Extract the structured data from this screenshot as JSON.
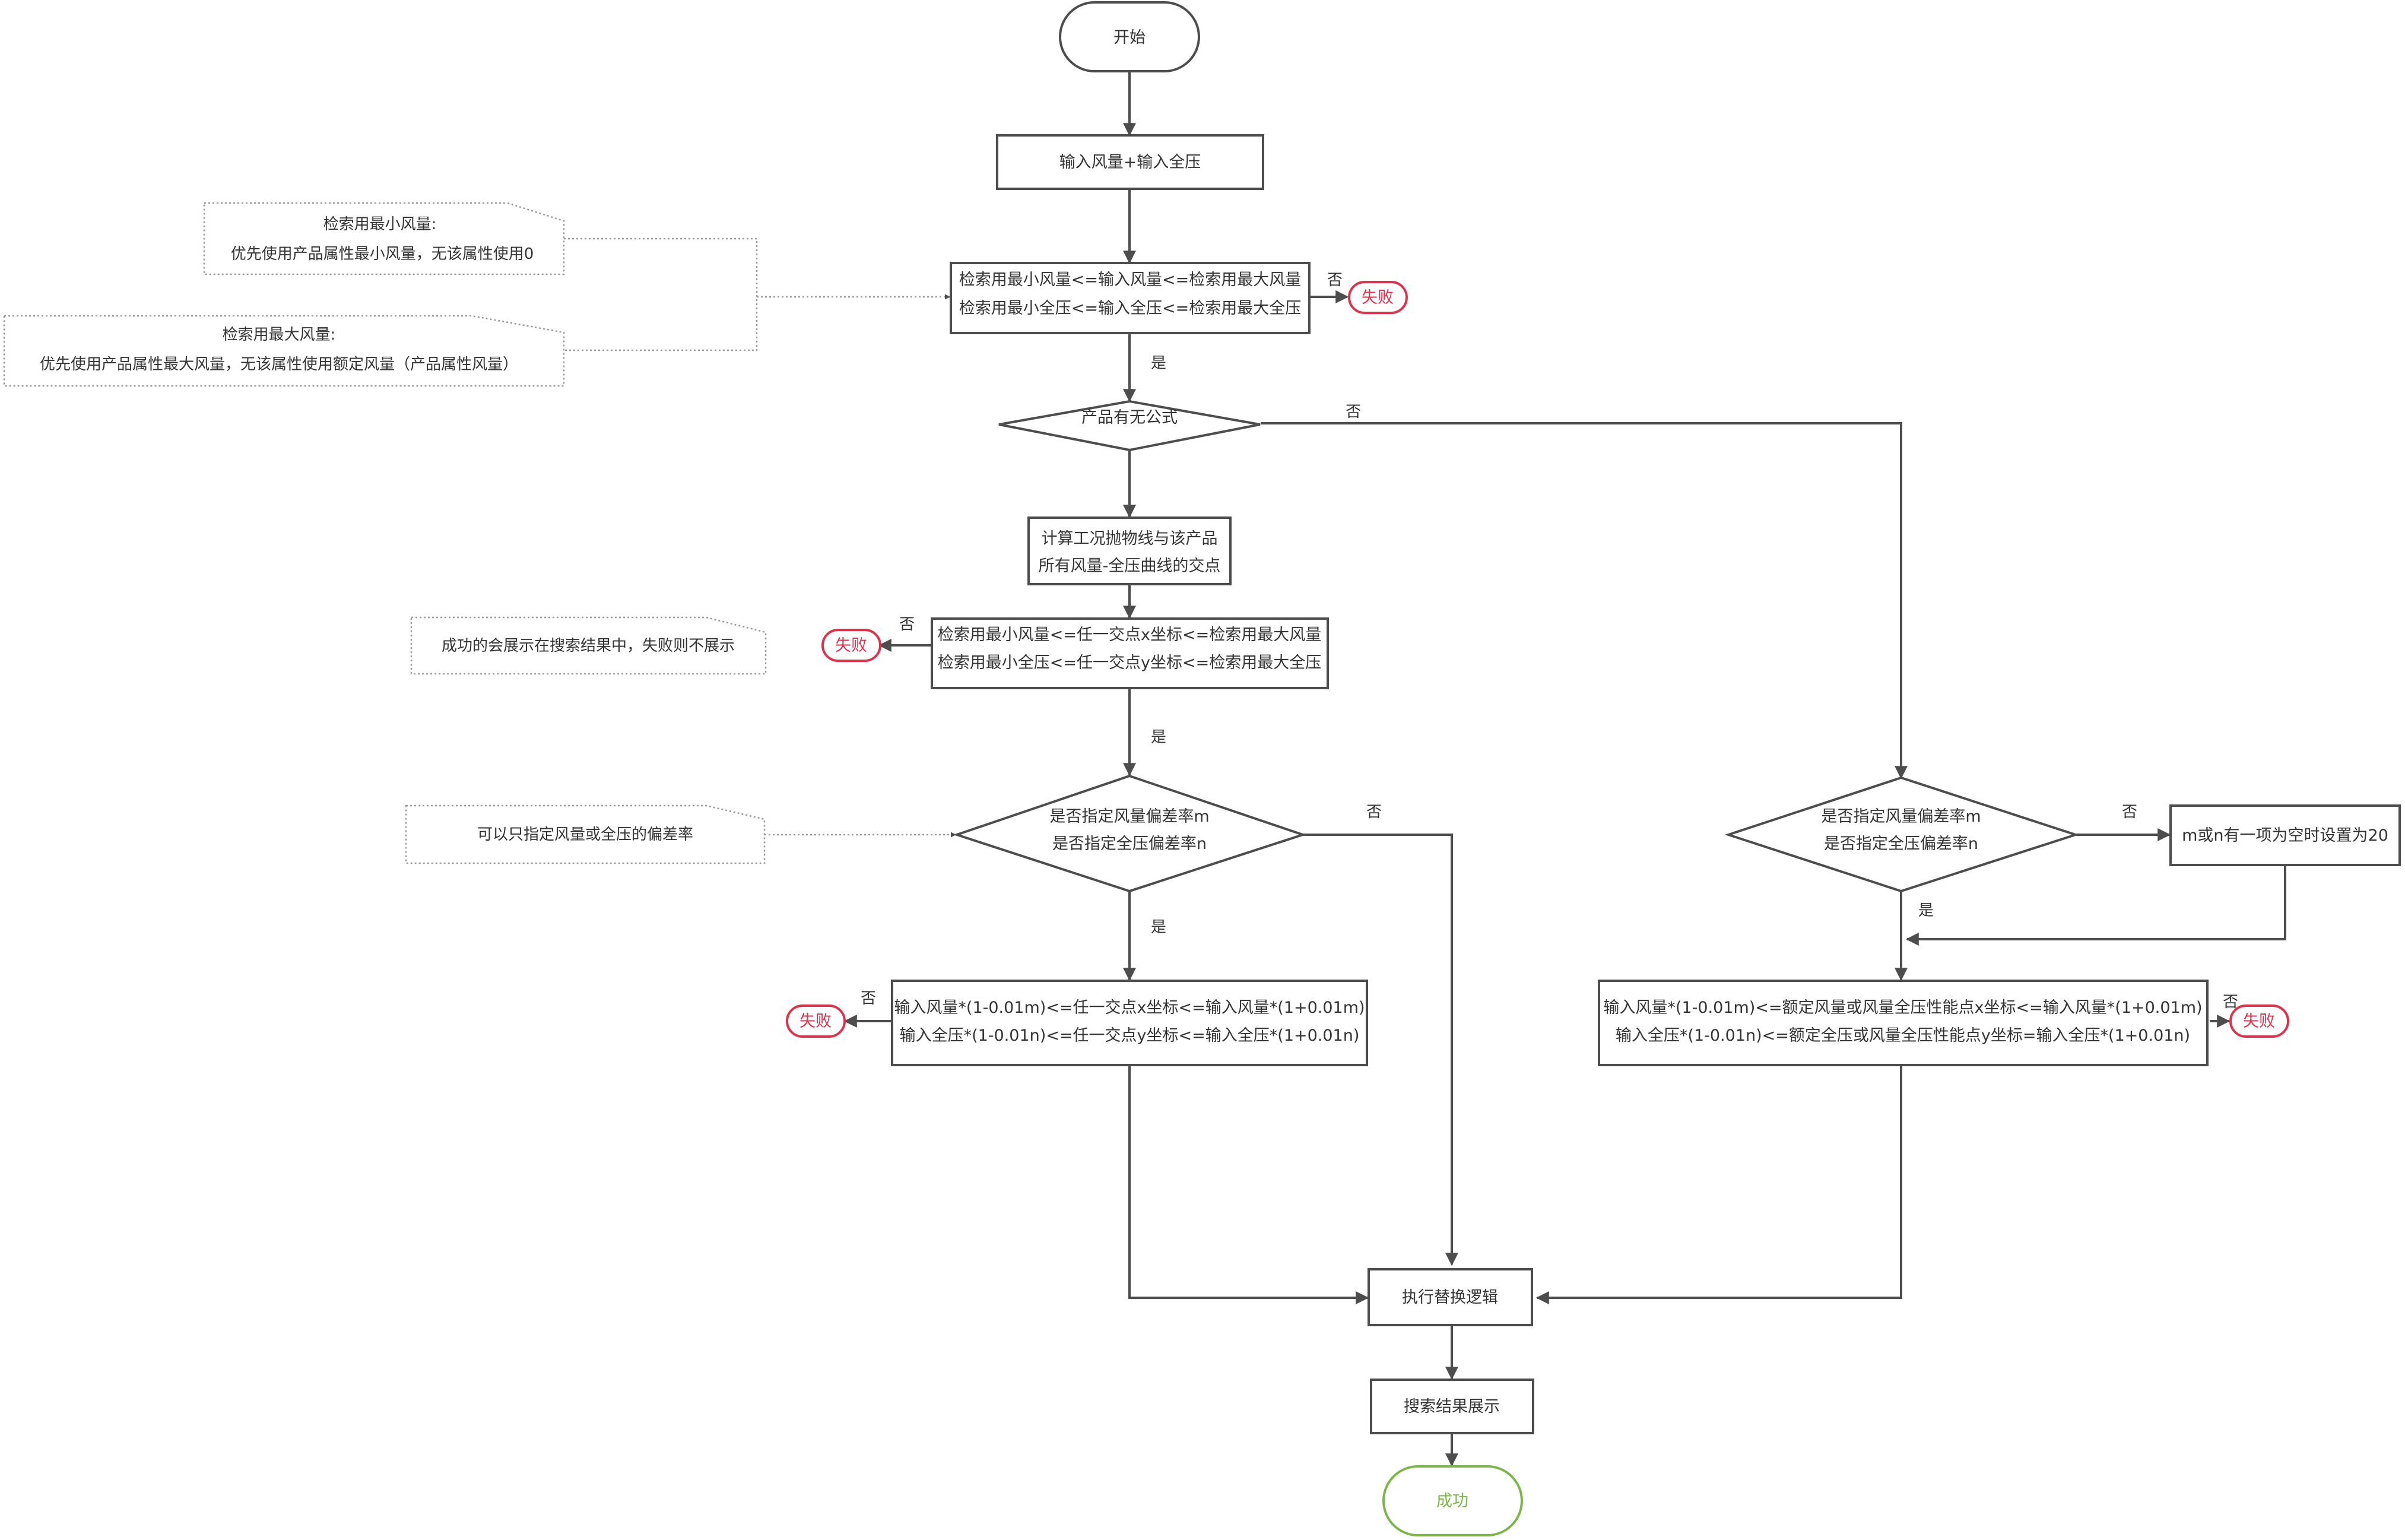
{
  "nodes": {
    "start": "开始",
    "input": "输入风量+输入全压",
    "check_range": [
      "检索用最小风量<=输入风量<=检索用最大风量",
      "检索用最小全压<=输入全压<=检索用最大全压"
    ],
    "has_formula": "产品有无公式",
    "calc_intersections": [
      "计算工况抛物线与该产品",
      "所有风量-全压曲线的交点"
    ],
    "check_intersection": [
      "检索用最小风量<=任一交点x坐标<=检索用最大风量",
      "检索用最小全压<=任一交点y坐标<=检索用最大全压"
    ],
    "deviation_left": [
      "是否指定风量偏差率m",
      "是否指定全压偏差率n"
    ],
    "deviation_right": [
      "是否指定风量偏差率m",
      "是否指定全压偏差率n"
    ],
    "set_default": "m或n有一项为空时设置为20",
    "check_deviation_left": [
      "输入风量*(1-0.01m)<=任一交点x坐标<=输入风量*(1+0.01m)",
      "输入全压*(1-0.01n)<=任一交点y坐标<=输入全压*(1+0.01n)"
    ],
    "check_deviation_right": [
      "输入风量*(1-0.01m)<=额定风量或风量全压性能点x坐标<=输入风量*(1+0.01m)",
      "输入全压*(1-0.01n)<=额定全压或风量全压性能点y坐标=输入全压*(1+0.01n)"
    ],
    "replace": "执行替换逻辑",
    "display": "搜索结果展示",
    "success": "成功"
  },
  "fail_label": "失败",
  "yes_label": "是",
  "no_label": "否",
  "notes": {
    "min_airflow": [
      "检索用最小风量:",
      "优先使用产品属性最小风量，无该属性使用0"
    ],
    "max_airflow": [
      "检索用最大风量:",
      "优先使用产品属性最大风量，无该属性使用额定风量（产品属性风量）"
    ],
    "display_rule": "成功的会展示在搜索结果中，失败则不展示",
    "partial": "可以只指定风量或全压的偏差率"
  },
  "colors": {
    "line": "#4d4d4d",
    "fail": "#e0314b",
    "success": "#7ab648",
    "note_border": "#9a9a9a"
  }
}
